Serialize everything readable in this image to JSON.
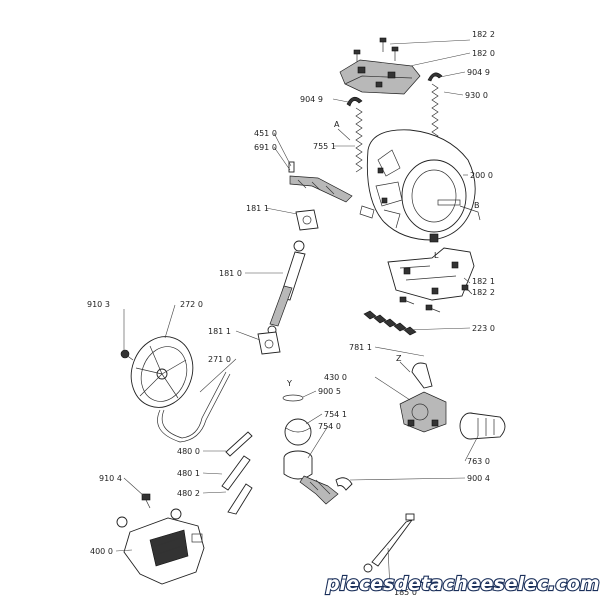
{
  "part_labels": [
    {
      "id": "l1",
      "text": "182 2"
    },
    {
      "id": "l2",
      "text": "182 0"
    },
    {
      "id": "l3",
      "text": "904 9"
    },
    {
      "id": "l4",
      "text": "904 9"
    },
    {
      "id": "l5",
      "text": "930 0"
    },
    {
      "id": "l6",
      "text": "451 0"
    },
    {
      "id": "l7",
      "text": "691 0"
    },
    {
      "id": "l8",
      "text": "755 1"
    },
    {
      "id": "l9",
      "text": "200 0"
    },
    {
      "id": "l10",
      "text": "181 1"
    },
    {
      "id": "l11",
      "text": "181 0"
    },
    {
      "id": "l12",
      "text": "182 1"
    },
    {
      "id": "l13",
      "text": "182 2"
    },
    {
      "id": "l14",
      "text": "223 0"
    },
    {
      "id": "l15",
      "text": "910 3"
    },
    {
      "id": "l16",
      "text": "272 0"
    },
    {
      "id": "l17",
      "text": "181 1"
    },
    {
      "id": "l18",
      "text": "271 0"
    },
    {
      "id": "l19",
      "text": "781 1"
    },
    {
      "id": "l20",
      "text": "430 0"
    },
    {
      "id": "l21",
      "text": "900 5"
    },
    {
      "id": "l22",
      "text": "754 1"
    },
    {
      "id": "l23",
      "text": "754 0"
    },
    {
      "id": "l24",
      "text": "480 0"
    },
    {
      "id": "l25",
      "text": "480 1"
    },
    {
      "id": "l26",
      "text": "480 2"
    },
    {
      "id": "l27",
      "text": "763 0"
    },
    {
      "id": "l28",
      "text": "910 4"
    },
    {
      "id": "l29",
      "text": "900 4"
    },
    {
      "id": "l30",
      "text": "400 0"
    },
    {
      "id": "l31",
      "text": "185 0"
    }
  ],
  "markers": {
    "a": "A",
    "b": "B",
    "l": "L",
    "z": "Z",
    "y": "Y"
  },
  "watermark": {
    "text": "piecesdetacheeselec.com",
    "fill": "#ffffff",
    "stroke": "#1a2f5a"
  }
}
